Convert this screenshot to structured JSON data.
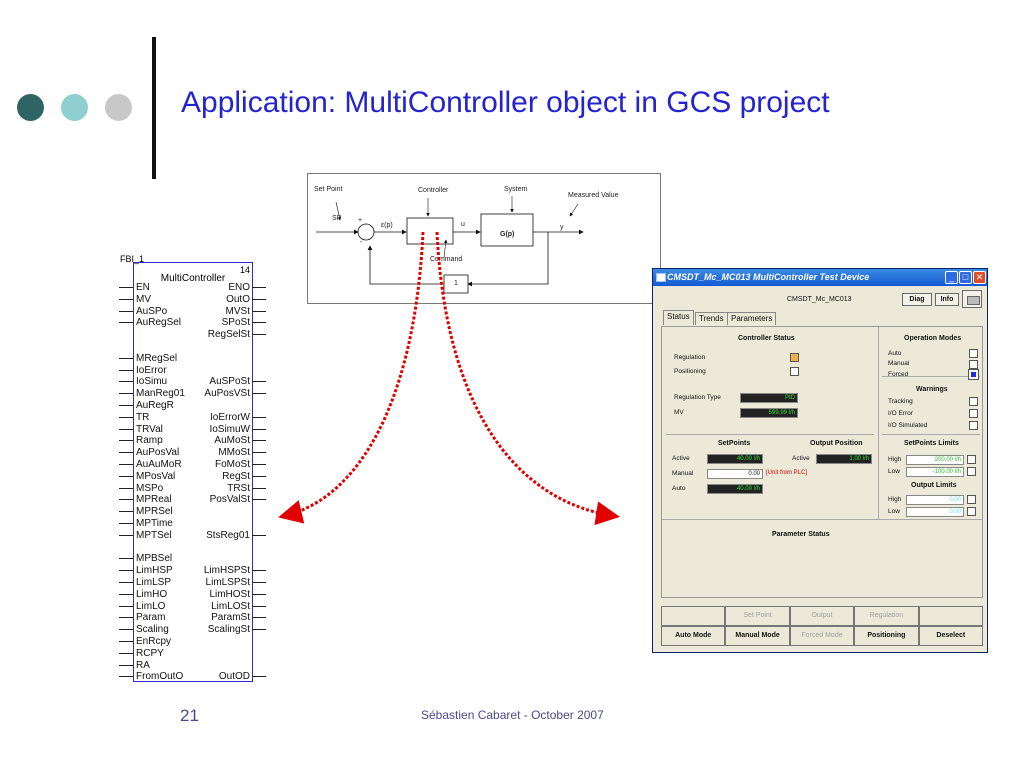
{
  "slide": {
    "title": "Application: MultiController object in GCS project",
    "footer": "Sébastien Cabaret - October 2007",
    "page_number": "21",
    "dot_colors": [
      "#2e6464",
      "#8fcfcf",
      "#c8c8c8"
    ]
  },
  "diagram": {
    "set_point": "Set Point",
    "sp": "SP",
    "plus": "+",
    "minus": "-",
    "ep": "ε(p)",
    "controller": "Controller",
    "u": "u",
    "command": "Command",
    "system": "System",
    "gp": "G(p)",
    "y": "y",
    "measured_value": "Measured Value",
    "feedback": "1"
  },
  "fb": {
    "name": "FBI_1",
    "number": "14",
    "title": "MultiController",
    "left_pins": [
      "EN",
      "MV",
      "AuSPo",
      "AuRegSel",
      "",
      "",
      "MRegSel",
      "IoError",
      "IoSimu",
      "ManReg01",
      "AuRegR",
      "TR",
      "TRVal",
      "Ramp",
      "AuPosVal",
      "AuAuMoR",
      "MPosVal",
      "MSPo",
      "MPReal",
      "MPRSel",
      "MPTime",
      "MPTSel",
      "",
      "MPBSel",
      "LimHSP",
      "LimLSP",
      "LimHO",
      "LimLO",
      "Param",
      "Scaling",
      "EnRcpy",
      "RCPY",
      "RA",
      "FromOutO"
    ],
    "right_pins": [
      "ENO",
      "OutO",
      "MVSt",
      "SPoSt",
      "RegSelSt",
      "",
      "",
      "",
      "AuSPoSt",
      "AuPosVSt",
      "",
      "IoErrorW",
      "IoSimuW",
      "AuMoSt",
      "MMoSt",
      "FoMoSt",
      "RegSt",
      "TRSt",
      "PosValSt",
      "",
      "",
      "StsReg01",
      "",
      "",
      "LimHSPSt",
      "LimLSPSt",
      "LimHOSt",
      "LimLOSt",
      "ParamSt",
      "ScalingSt",
      "",
      "",
      "",
      "OutOD"
    ]
  },
  "window": {
    "title": "CMSDT_Mc_MC013 MultiController Test Device",
    "device": "CMSDT_Mc_MC013",
    "diag_label": "Diag",
    "info_label": "Info",
    "tabs": [
      "Status",
      "Trends",
      "Parameters"
    ],
    "controller_status": {
      "heading": "Controller Status",
      "regulation": "Regulation",
      "positioning": "Positioning",
      "regulation_type_label": "Regulation Type",
      "regulation_type": "PID",
      "mv_label": "MV",
      "mv": "599.99 l/h"
    },
    "setpoints": {
      "heading": "SetPoints",
      "active_label": "Active",
      "active": "40.00 l/h",
      "manual_label": "Manual",
      "manual": "0.00",
      "manual_note": "[Unit from PLC]",
      "auto_label": "Auto",
      "auto": "40.00 l/h"
    },
    "output_position": {
      "heading": "Output Position",
      "active_label": "Active",
      "active": "1.00 l/h"
    },
    "operation_modes": {
      "heading": "Operation Modes",
      "auto": "Auto",
      "manual": "Manual",
      "forced": "Forced"
    },
    "warnings": {
      "heading": "Warnings",
      "tracking": "Tracking",
      "io_error": "I/O Error",
      "io_simulated": "I/O Simulated"
    },
    "setpoint_limits": {
      "heading": "SetPoints Limits",
      "high_label": "High",
      "high": "200.00 l/h",
      "low_label": "Low",
      "low": "-100.00 l/h"
    },
    "output_limits": {
      "heading": "Output Limits",
      "high_label": "High",
      "high": "0.00",
      "low_label": "Low",
      "low": "0.00"
    },
    "parameter_status": "Parameter Status",
    "buttons_top": [
      "",
      "Set Point",
      "Output",
      "Regulation",
      ""
    ],
    "buttons_bottom": [
      "Auto Mode",
      "Manual Mode",
      "Forced Mode",
      "Positioning",
      "Deselect"
    ]
  }
}
